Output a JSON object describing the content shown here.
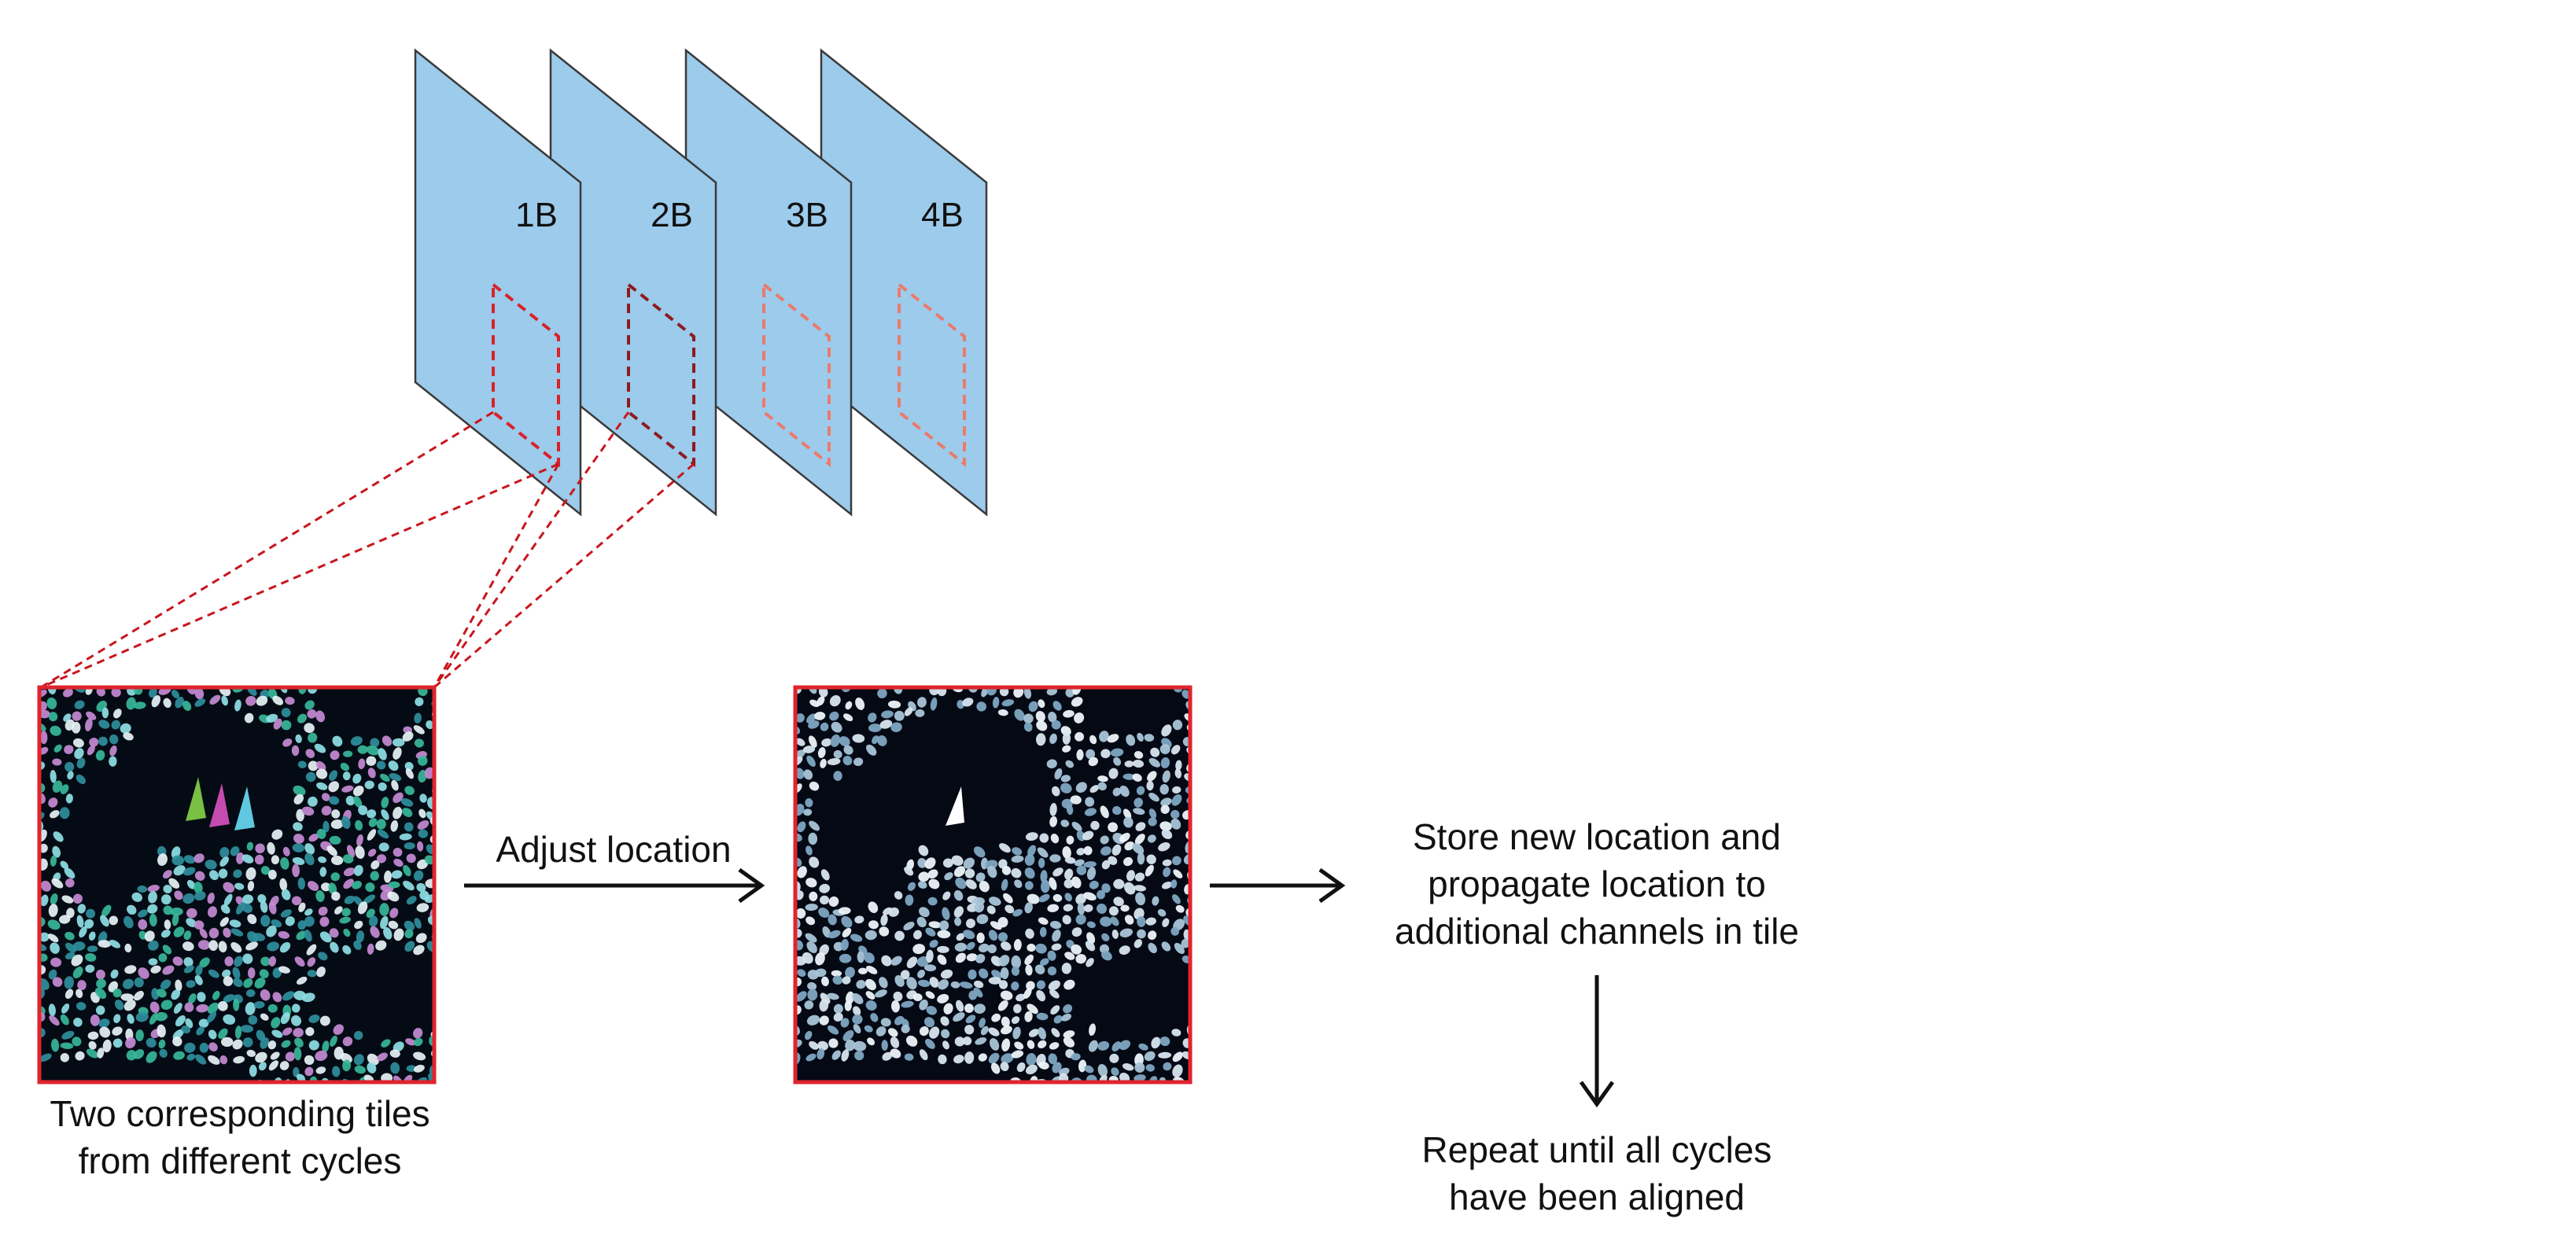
{
  "planes": [
    {
      "label": "1B",
      "box_color": "#d9222a"
    },
    {
      "label": "2B",
      "box_color": "#8e1b1f"
    },
    {
      "label": "3B",
      "box_color": "#ec7a6a"
    },
    {
      "label": "4B",
      "box_color": "#ec7a6a"
    }
  ],
  "colors": {
    "plane_fill": "#9ccbec",
    "plane_stroke": "#3a3a3a",
    "tile_border": "#e0242c",
    "zoom_lines": "#c8161e",
    "arrow": "#111111"
  },
  "tiles": [
    {
      "name": "merged-tile",
      "palette": [
        "#37b89a",
        "#c58bd4",
        "#8fe0e6",
        "#e8f4f7",
        "#2f8f9d"
      ]
    },
    {
      "name": "aligned-tile",
      "palette": [
        "#d8e6ef",
        "#a9c5d8",
        "#eef6fa",
        "#7ea6c2"
      ]
    }
  ],
  "arrowheads": [
    {
      "name": "green-arrowhead",
      "color": "#7ac043"
    },
    {
      "name": "magenta-arrowhead",
      "color": "#c54bb0"
    },
    {
      "name": "cyan-arrowhead",
      "color": "#5fc8e0"
    },
    {
      "name": "white-arrowhead",
      "color": "#ffffff"
    }
  ],
  "labels": {
    "tiles_caption": "Two corresponding tiles\nfrom different cycles",
    "adjust": "Adjust location",
    "store": "Store new location and\npropagate location to\nadditional channels in tile",
    "repeat": "Repeat until all cycles\nhave been aligned"
  }
}
